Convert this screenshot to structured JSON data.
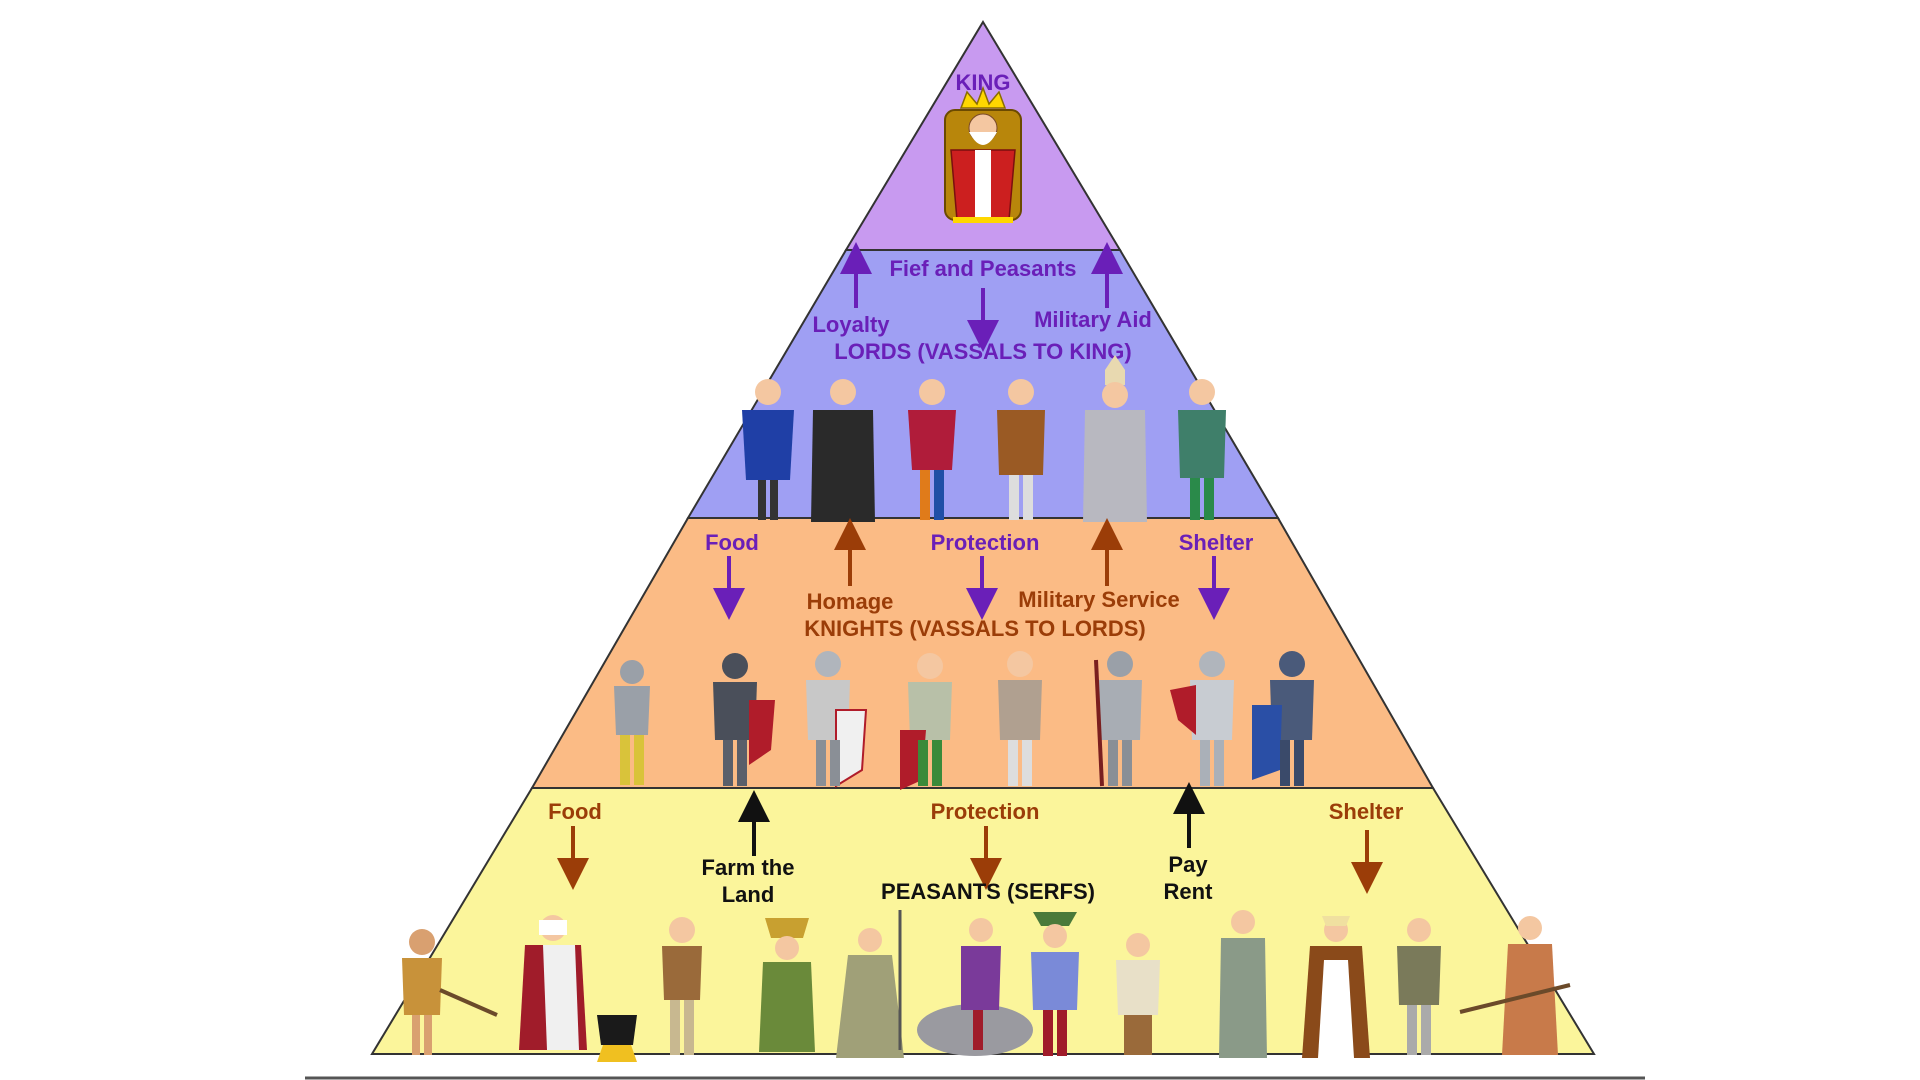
{
  "tiers": {
    "king": {
      "title": "KING",
      "color": "#c89af0"
    },
    "lords": {
      "title": "LORDS (VASSALS TO KING)",
      "color": "#9f9ff3",
      "exchange": {
        "down": "Fief and Peasants",
        "up_left": "Loyalty",
        "up_right": "Military Aid"
      }
    },
    "knights": {
      "title": "KNIGHTS (VASSALS TO LORDS)",
      "color": "#fbbb85",
      "exchange": {
        "down_left": "Food",
        "down_center": "Protection",
        "down_right": "Shelter",
        "up_left": "Homage",
        "up_right": "Military Service"
      }
    },
    "peasants": {
      "title": "PEASANTS (SERFS)",
      "color": "#fbf59b",
      "exchange": {
        "down_left": "Food",
        "down_center": "Protection",
        "down_right": "Shelter",
        "up_left_1": "Farm the",
        "up_left_2": "Land",
        "up_right_1": "Pay",
        "up_right_2": "Rent"
      }
    }
  },
  "colors": {
    "purple_text": "#6a1fb8",
    "brown_text": "#9b3d08",
    "black_text": "#111111",
    "outline": "#333333"
  }
}
